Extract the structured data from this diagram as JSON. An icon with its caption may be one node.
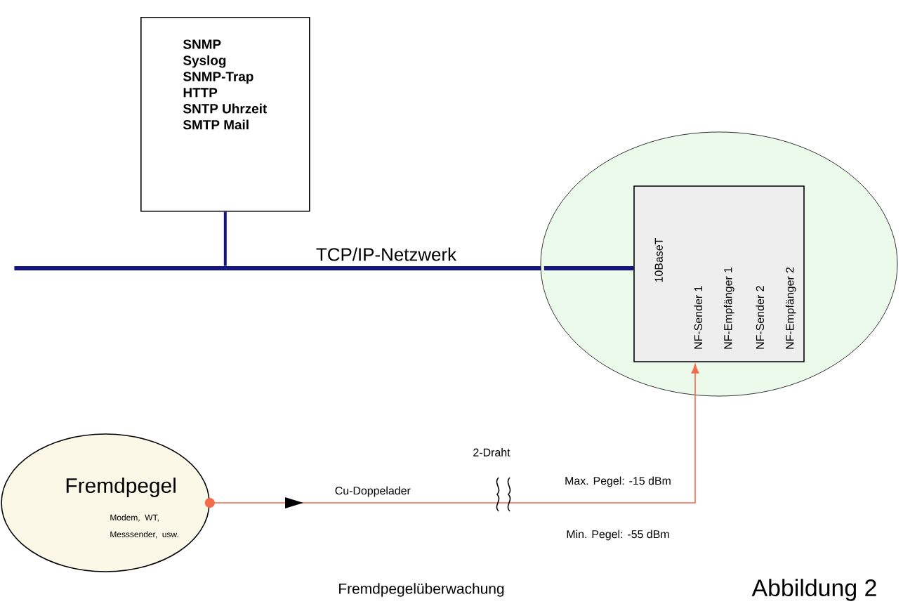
{
  "diagram": {
    "nodes": [
      {
        "text": [
          "SNMP",
          "Syslog",
          "SNMP-Trap",
          "HTTP",
          "SNTP Uhrzeit",
          "SMTP Mail"
        ]
      },
      {
        "text": [
          "TCP/IP-Netzwerk"
        ]
      },
      {
        "text": [],
        "shape": "circle"
      },
      {
        "text": [
          "10BaseT",
          "NF-Sender 1",
          "NF-Empfänger 1",
          "NF-Sender 2",
          "NF-Empfänger 2"
        ],
        "in": 2
      },
      {
        "text": [
          "Fremdpegel",
          "Modem, WT, Messsender, usw."
        ]
      }
    ],
    "edges": [
      {
        "from": 0,
        "to": 1,
        "arrow": "none"
      },
      {
        "from": 1,
        "to": 3,
        "arrow": "none"
      },
      {
        "from": 4,
        "to": 3,
        "arrow": "to",
        "label": "Cu-Doppelader",
        "color": "#f26b4b"
      }
    ],
    "labels": [
      "2-Draht",
      "Max. Pegel: -15 dBm",
      "Min. Pegel: -55 dBm",
      "Fremdpegelüberwachung",
      "Abbildung 2"
    ]
  }
}
